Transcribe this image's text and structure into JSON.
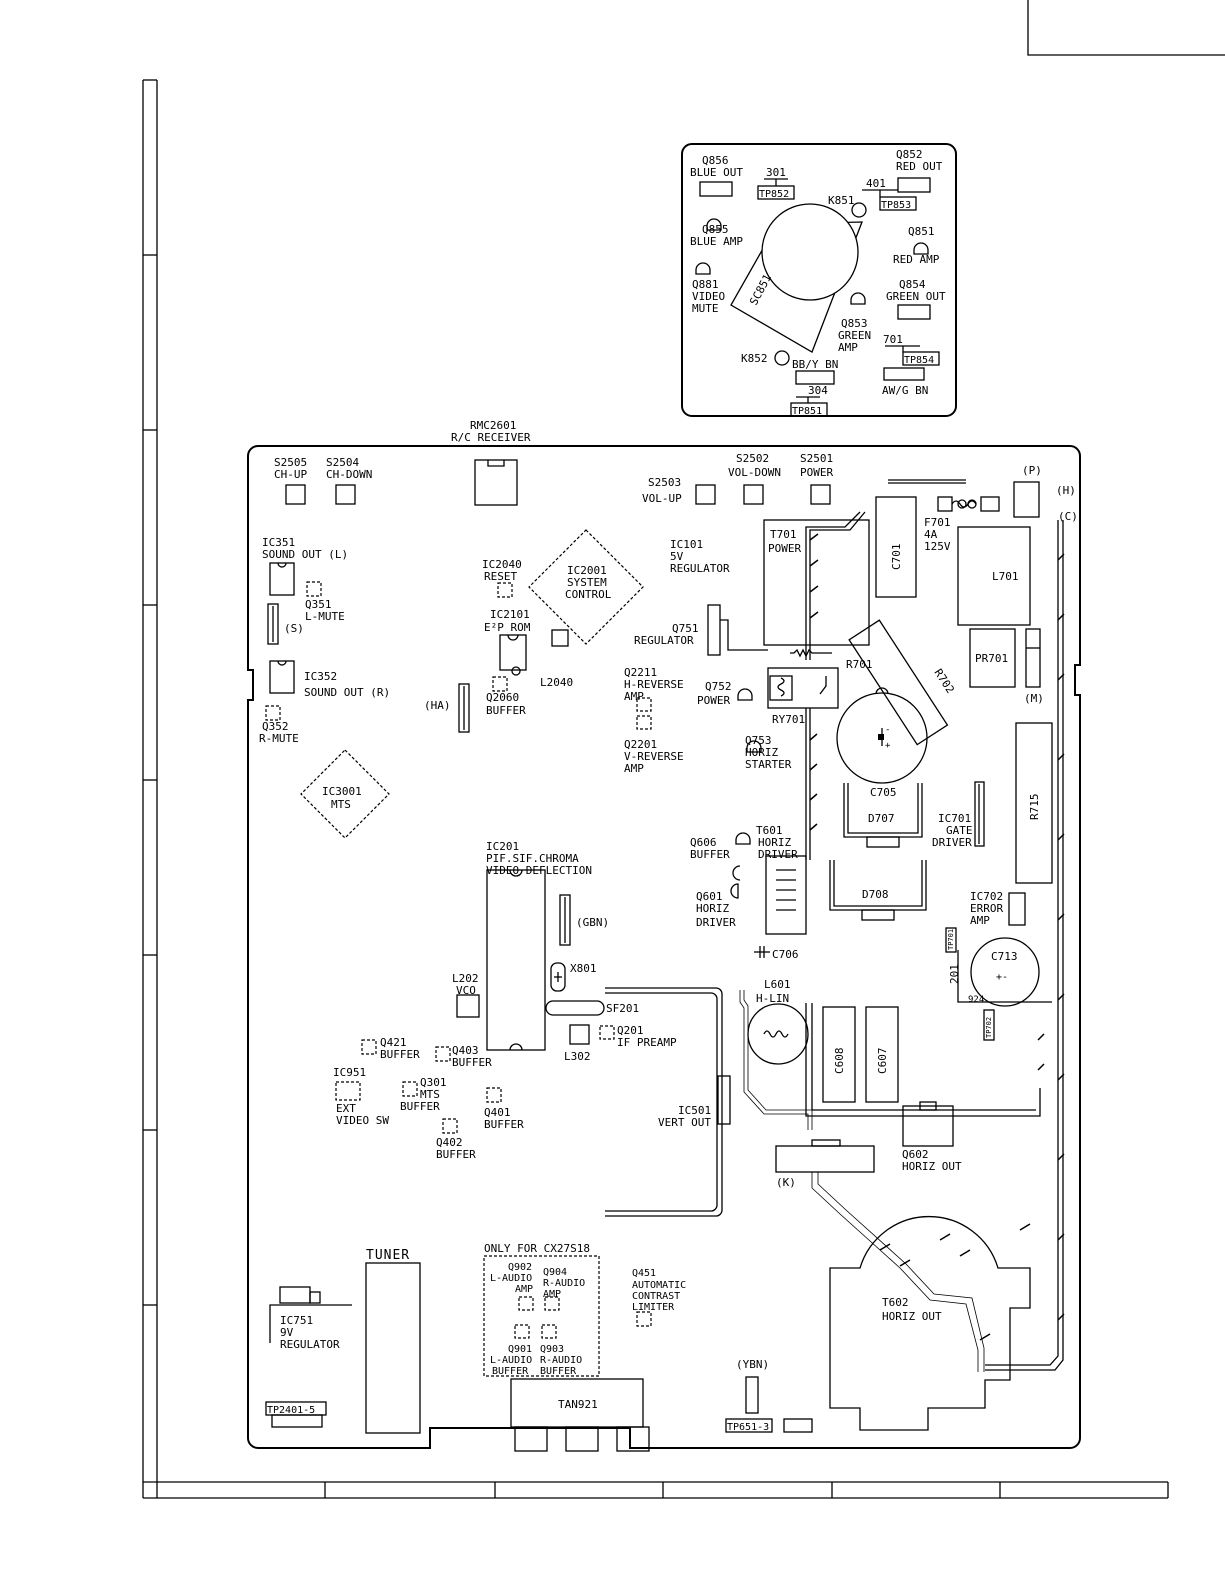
{
  "crt_board": {
    "labels": {
      "q856": "Q856",
      "q856_func": "BLUE OUT",
      "t301": "301",
      "tp852": "TP852",
      "t401": "401",
      "tp853": "TP853",
      "q852": "Q852",
      "q852_func": "RED OUT",
      "k851": "K851",
      "q855": "Q855",
      "q855_func": "BLUE AMP",
      "q851": "Q851",
      "q851_func": "RED AMP",
      "q881": "Q881",
      "q881_f1": "VIDEO",
      "q881_f2": "MUTE",
      "sc851": "SC851",
      "q854": "Q854",
      "q854_func": "GREEN OUT",
      "q853": "Q853",
      "q853_f1": "GREEN",
      "q853_f2": "AMP",
      "t701": "701",
      "tp854": "TP854",
      "k852": "K852",
      "bby_bn": "BB/Y BN",
      "t304": "304",
      "tp851": "TP851",
      "awg_bn": "AW/G BN"
    }
  },
  "main_board": {
    "labels": {
      "rmc2601": "RMC2601",
      "rmc_func": "R/C RECEIVER",
      "s2505": "S2505",
      "s2505_func": "CH-UP",
      "s2504": "S2504",
      "s2504_func": "CH-DOWN",
      "s2503": "S2503",
      "s2503_func": "VOL-UP",
      "s2502": "S2502",
      "s2502_func": "VOL-DOWN",
      "s2501": "S2501",
      "s2501_func": "POWER",
      "conn_p": "(P)",
      "conn_h": "(H)",
      "conn_c": "(C)",
      "ic351": "IC351",
      "ic351_func": "SOUND OUT (L)",
      "q351": "Q351",
      "q351_func": "L-MUTE",
      "conn_s": "(S)",
      "ic352": "IC352",
      "ic352_func": "SOUND OUT (R)",
      "q352": "Q352",
      "q352_func": "R-MUTE",
      "ic2040": "IC2040",
      "ic2040_func": "RESET",
      "ic2001": "IC2001",
      "ic2001_f1": "SYSTEM",
      "ic2001_f2": "CONTROL",
      "ic2101": "IC2101",
      "ic2101_func": "E²P ROM",
      "l2040": "L2040",
      "q2060": "Q2060",
      "q2060_func": "BUFFER",
      "conn_ha": "(HA)",
      "ic101": "IC101",
      "ic101_f1": "5V",
      "ic101_f2": "REGULATOR",
      "q751": "Q751",
      "q751_func": "REGULATOR",
      "q2211": "Q2211",
      "q2211_f1": "H-REVERSE",
      "q2211_f2": "AMP",
      "q2201": "Q2201",
      "q2201_f1": "V-REVERSE",
      "q2201_f2": "AMP",
      "t701": "T701",
      "t701_func": "POWER",
      "c701": "C701",
      "f701": "F701",
      "f701_f1": "4A",
      "f701_f2": "125V",
      "l701": "L701",
      "pr701": "PR701",
      "conn_m": "(M)",
      "r701": "R701",
      "r702": "R702",
      "q752": "Q752",
      "q752_func": "POWER",
      "ry701": "RY701",
      "q753": "Q753",
      "q753_f1": "HORIZ",
      "q753_f2": "STARTER",
      "ic3001": "IC3001",
      "ic3001_func": "MTS",
      "c705": "C705",
      "d707": "D707",
      "r715": "R715",
      "ic701": "IC701",
      "ic701_f1": "GATE",
      "ic701_f2": "DRIVER",
      "ic201": "IC201",
      "ic201_f1": "PIF.SIF.CHROMA",
      "ic201_f2": "VIDEO DEFLECTION",
      "q606": "Q606",
      "q606_func": "BUFFER",
      "t601": "T601",
      "t601_f1": "HORIZ",
      "t601_f2": "DRIVER",
      "d708": "D708",
      "ic702": "IC702",
      "ic702_f1": "ERROR",
      "ic702_f2": "AMP",
      "q601": "Q601",
      "q601_f1": "HORIZ",
      "q601_f2": "DRIVER",
      "conn_gbn": "(GBN)",
      "tp701": "TP701",
      "c713": "C713",
      "t201": "201",
      "t924": "924",
      "tp702": "TP702",
      "c706": "C706",
      "x801": "X801",
      "l202": "L202",
      "l202_func": "VCO",
      "l601": "L601",
      "l601_func": "H-LIN",
      "sf201": "SF201",
      "q201": "Q201",
      "q201_func": "IF PREAMP",
      "l302": "L302",
      "c608": "C608",
      "c607": "C607",
      "q421": "Q421",
      "q421_func": "BUFFER",
      "q403": "Q403",
      "q403_func": "BUFFER",
      "ic951": "IC951",
      "ic951_f1": "EXT",
      "ic951_f2": "VIDEO SW",
      "q301": "Q301",
      "q301_f1": "MTS",
      "q301_f2": "BUFFER",
      "q401": "Q401",
      "q401_func": "BUFFER",
      "ic501": "IC501",
      "ic501_func": "VERT OUT",
      "q402": "Q402",
      "q402_func": "BUFFER",
      "q602": "Q602",
      "q602_func": "HORIZ OUT",
      "conn_k": "(K)",
      "tuner": "TUNER",
      "only_for": "ONLY FOR CX27S18",
      "q902": "Q902",
      "q902_f1": "L-AUDIO",
      "q902_f2": "AMP",
      "q904": "Q904",
      "q904_f1": "R-AUDIO",
      "q904_f2": "AMP",
      "q901": "Q901",
      "q901_f1": "L-AUDIO",
      "q901_f2": "BUFFER",
      "q903": "Q903",
      "q903_f1": "R-AUDIO",
      "q903_f2": "BUFFER",
      "q451": "Q451",
      "q451_f1": "AUTOMATIC",
      "q451_f2": "CONTRAST",
      "q451_f3": "LIMITER",
      "ic751": "IC751",
      "ic751_f1": "9V",
      "ic751_f2": "REGULATOR",
      "t602": "T602",
      "t602_func": "HORIZ OUT",
      "conn_ybn": "(YBN)",
      "tp2401": "TP2401-5",
      "tan921": "TAN921",
      "tp651": "TP651-3"
    }
  }
}
